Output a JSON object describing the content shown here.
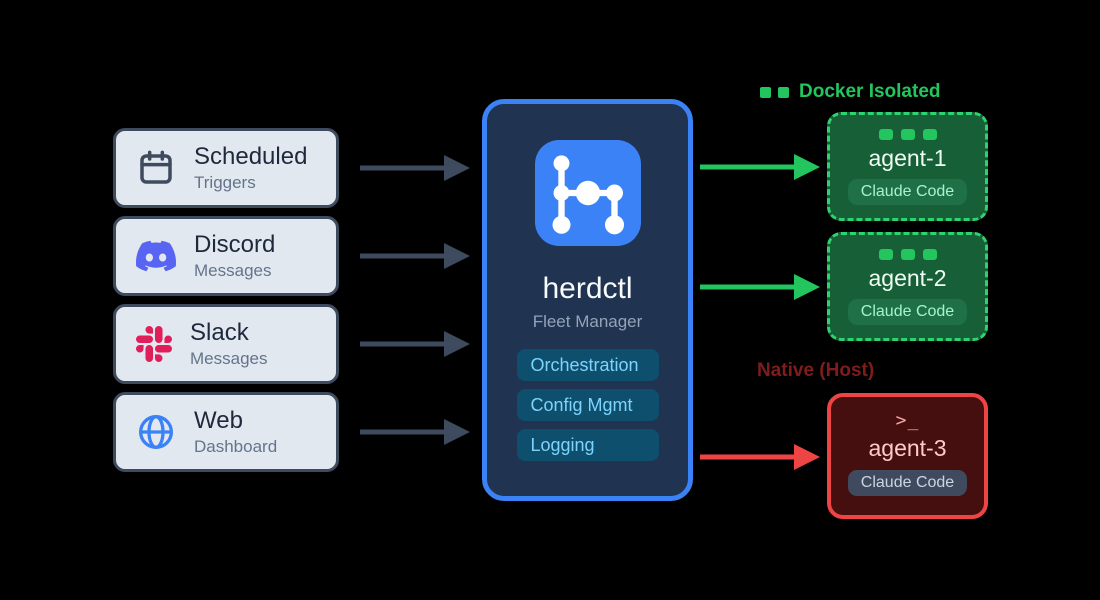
{
  "sources": [
    {
      "title": "Scheduled",
      "subtitle": "Triggers",
      "icon": "calendar-icon"
    },
    {
      "title": "Discord",
      "subtitle": "Messages",
      "icon": "discord-icon"
    },
    {
      "title": "Slack",
      "subtitle": "Messages",
      "icon": "slack-icon"
    },
    {
      "title": "Web",
      "subtitle": "Dashboard",
      "icon": "globe-icon"
    }
  ],
  "manager": {
    "name": "herdctl",
    "role": "Fleet Manager",
    "capabilities": [
      "Orchestration",
      "Config Mgmt",
      "Logging"
    ]
  },
  "groups": {
    "docker": {
      "label": "Docker Isolated"
    },
    "native": {
      "label": "Native (Host)"
    }
  },
  "agents": [
    {
      "name": "agent-1",
      "badge": "Claude Code",
      "group": "docker"
    },
    {
      "name": "agent-2",
      "badge": "Claude Code",
      "group": "docker"
    },
    {
      "name": "agent-3",
      "badge": "Claude Code",
      "group": "native",
      "prompt_glyph": ">_"
    }
  ],
  "colors": {
    "background": "#000000",
    "source_fill": "#e2e8f0",
    "source_border": "#3e4a5e",
    "manager_fill": "#203351",
    "manager_border": "#3b82f6",
    "capability_pill_bg": "#0e4f6e",
    "capability_pill_text": "#7dd3fc",
    "docker_accent": "#22c55e",
    "docker_box_fill": "#175f36",
    "native_accent": "#ef4444",
    "native_box_fill": "#450f0f",
    "native_label": "#7f1d1d",
    "discord_brand": "#5865f2",
    "slack_brand": "#e01e5a",
    "web_brand": "#3b82f6",
    "arrow_dark": "#3e4a5e"
  }
}
